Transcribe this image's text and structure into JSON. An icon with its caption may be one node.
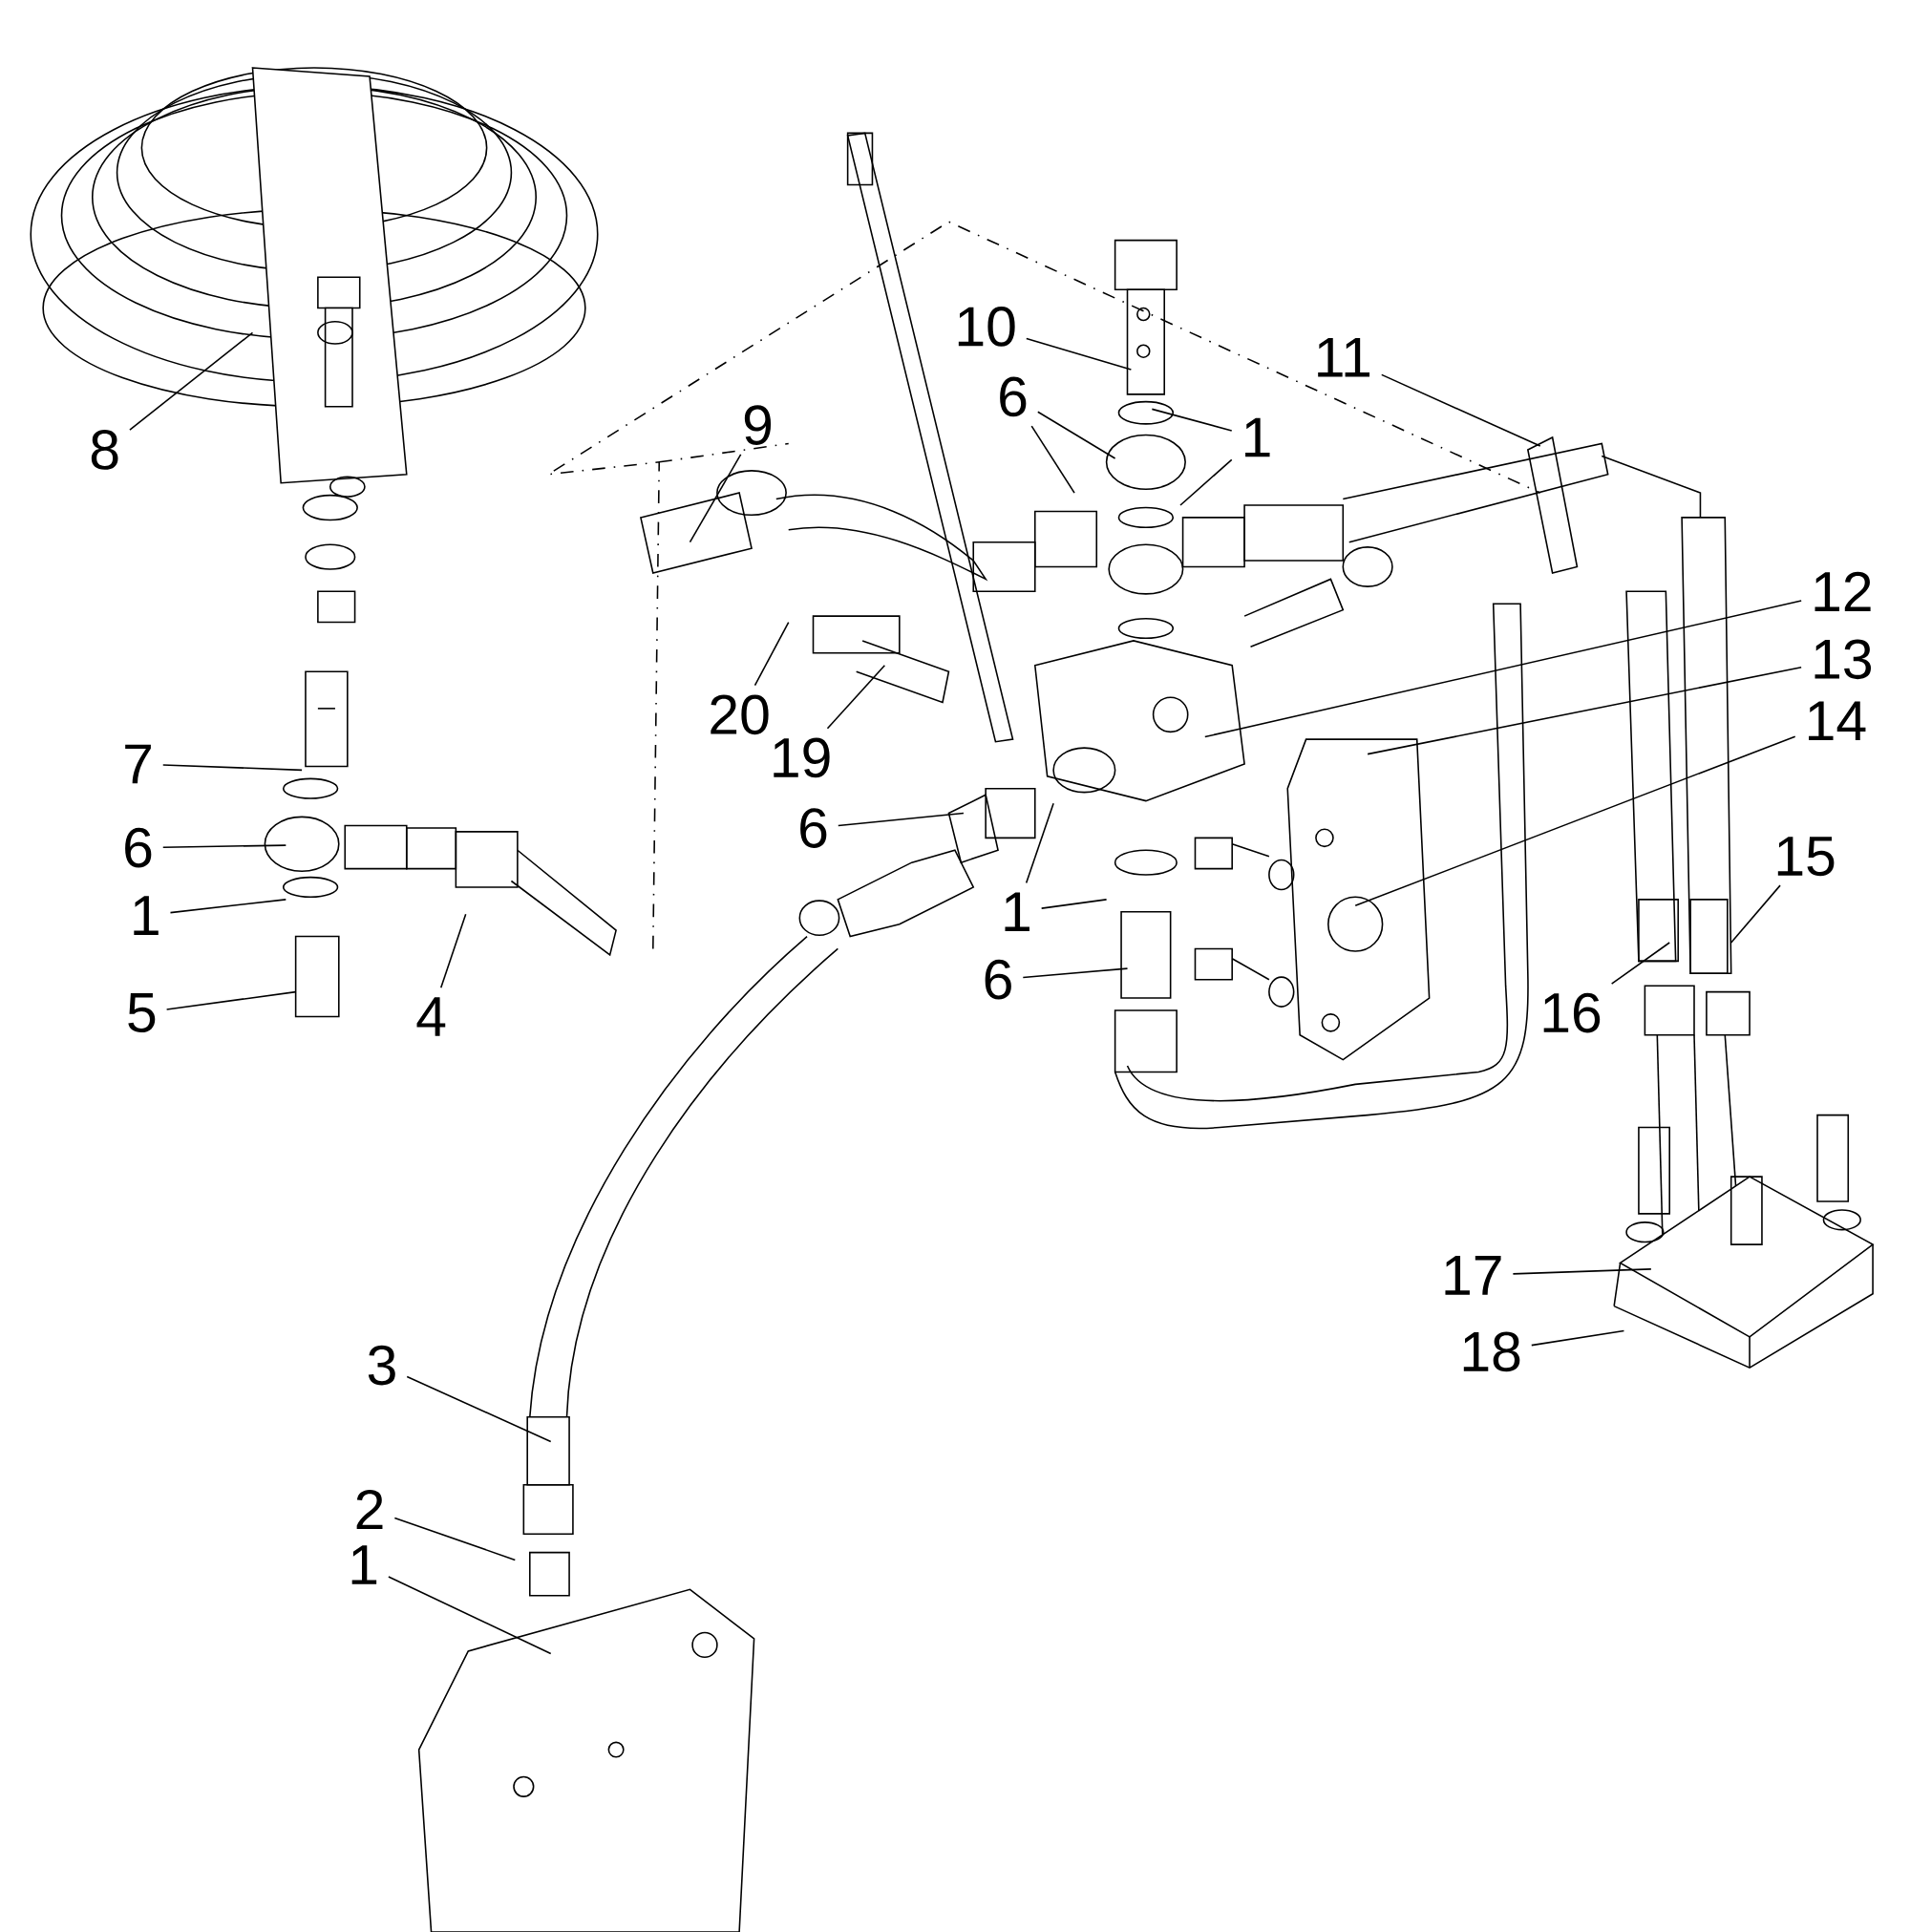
{
  "diagram": {
    "nodes": [
      {
        "text": [
          "8"
        ]
      },
      {
        "text": [
          "10"
        ]
      },
      {
        "text": [
          "11"
        ]
      },
      {
        "text": [
          "6"
        ]
      },
      {
        "text": [
          "1"
        ]
      },
      {
        "text": [
          "9"
        ]
      },
      {
        "text": [
          "12"
        ]
      },
      {
        "text": [
          "13"
        ]
      },
      {
        "text": [
          "20"
        ]
      },
      {
        "text": [
          "14"
        ]
      },
      {
        "text": [
          "19"
        ]
      },
      {
        "text": [
          "7"
        ]
      },
      {
        "text": [
          "6"
        ]
      },
      {
        "text": [
          "6"
        ]
      },
      {
        "text": [
          "15"
        ]
      },
      {
        "text": [
          "1"
        ]
      },
      {
        "text": [
          "1"
        ]
      },
      {
        "text": [
          "6"
        ]
      },
      {
        "text": [
          "16"
        ]
      },
      {
        "text": [
          "5"
        ]
      },
      {
        "text": [
          "4"
        ]
      },
      {
        "text": [
          "17"
        ]
      },
      {
        "text": [
          "18"
        ]
      },
      {
        "text": [
          "3"
        ]
      },
      {
        "text": [
          "2"
        ]
      },
      {
        "text": [
          "1"
        ]
      }
    ],
    "edges": [
      {
        "from": 0,
        "to": null,
        "arrow": "none"
      },
      {
        "from": 1,
        "to": null,
        "arrow": "none"
      },
      {
        "from": 2,
        "to": null,
        "arrow": "none"
      },
      {
        "from": 3,
        "to": null,
        "arrow": "none"
      },
      {
        "from": 3,
        "to": null,
        "arrow": "none"
      },
      {
        "from": 4,
        "to": null,
        "arrow": "none"
      },
      {
        "from": 4,
        "to": null,
        "arrow": "none"
      },
      {
        "from": 5,
        "to": null,
        "arrow": "none"
      },
      {
        "from": 6,
        "to": null,
        "arrow": "none"
      },
      {
        "from": 7,
        "to": null,
        "arrow": "none"
      },
      {
        "from": 8,
        "to": null,
        "arrow": "none"
      },
      {
        "from": 9,
        "to": null,
        "arrow": "none"
      },
      {
        "from": 10,
        "to": null,
        "arrow": "none"
      },
      {
        "from": 11,
        "to": null,
        "arrow": "none"
      },
      {
        "from": 12,
        "to": null,
        "arrow": "none"
      },
      {
        "from": 13,
        "to": null,
        "arrow": "none"
      },
      {
        "from": 14,
        "to": null,
        "arrow": "none"
      },
      {
        "from": 15,
        "to": null,
        "arrow": "none"
      },
      {
        "from": 15,
        "to": null,
        "arrow": "none"
      },
      {
        "from": 16,
        "to": null,
        "arrow": "none"
      },
      {
        "from": 17,
        "to": null,
        "arrow": "none"
      },
      {
        "from": 18,
        "to": null,
        "arrow": "none"
      },
      {
        "from": 19,
        "to": null,
        "arrow": "none"
      },
      {
        "from": 20,
        "to": null,
        "arrow": "none"
      },
      {
        "from": 21,
        "to": null,
        "arrow": "none"
      },
      {
        "from": 22,
        "to": null,
        "arrow": "none"
      },
      {
        "from": 23,
        "to": null,
        "arrow": "none"
      },
      {
        "from": 24,
        "to": null,
        "arrow": "none"
      },
      {
        "from": 25,
        "to": null,
        "arrow": "none"
      }
    ]
  }
}
